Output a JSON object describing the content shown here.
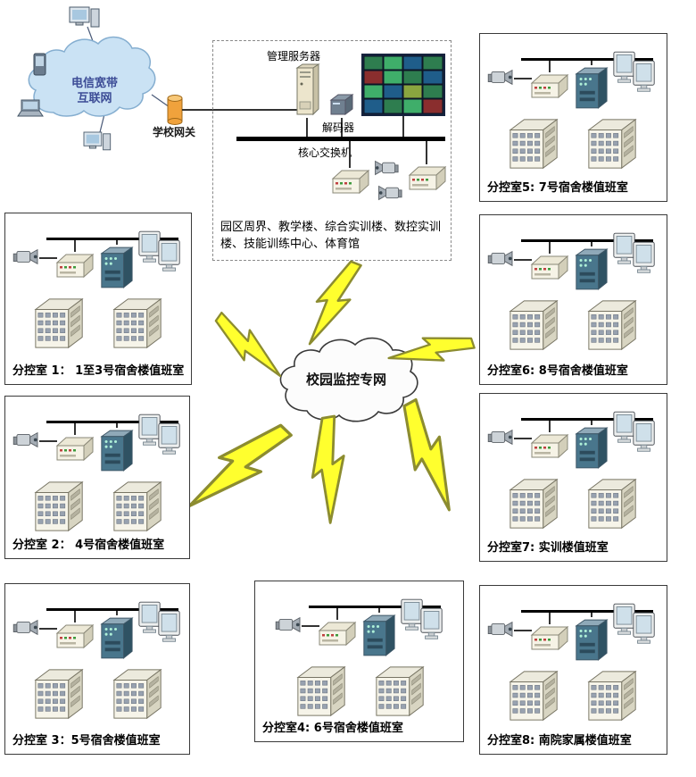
{
  "internet": {
    "cloud_line1": "电信宽带",
    "cloud_line2": "互联网",
    "gateway_label": "学校网关"
  },
  "control_center": {
    "server_label": "管理服务器",
    "decoder_label": "解码器",
    "core_switch_label": "核心交换机",
    "coverage_text": "园区周界、教学楼、综合实训楼、数控实训楼、技能训练中心、体育馆"
  },
  "campus_cloud_label": "校园监控专网",
  "rooms": [
    {
      "label": "分控室 1： 1至3号宿舍楼值班室"
    },
    {
      "label": "分控室 2： 4号宿舍楼值班室"
    },
    {
      "label": "分控室 3：5号宿舍楼值班室"
    },
    {
      "label": "分控室4: 6号宿舍楼值班室"
    },
    {
      "label": "分控室5: 7号宿舍楼值班室"
    },
    {
      "label": "分控室6: 8号宿舍楼值班室"
    },
    {
      "label": "分控室7: 实训楼值班室"
    },
    {
      "label": "分控室8: 南院家属楼值班室"
    }
  ],
  "icons": [
    "camera-icon",
    "switch-icon",
    "dvr-icon",
    "monitor-icon",
    "building-icon",
    "server-tower-icon",
    "decoder-icon",
    "video-wall-image",
    "gateway-cylinder-icon",
    "internet-cloud-icon",
    "campus-cloud-icon",
    "lightning-bolt-icon",
    "desktop-computer-icon",
    "laptop-icon",
    "handheld-device-icon"
  ],
  "colors": {
    "lightning_fill": "#ffff2e",
    "gateway_orange": "#f0a23c",
    "internet_cloud_fill": "#cae2f4",
    "bus_line": "#000000",
    "dvr_teal": "#49768c"
  }
}
